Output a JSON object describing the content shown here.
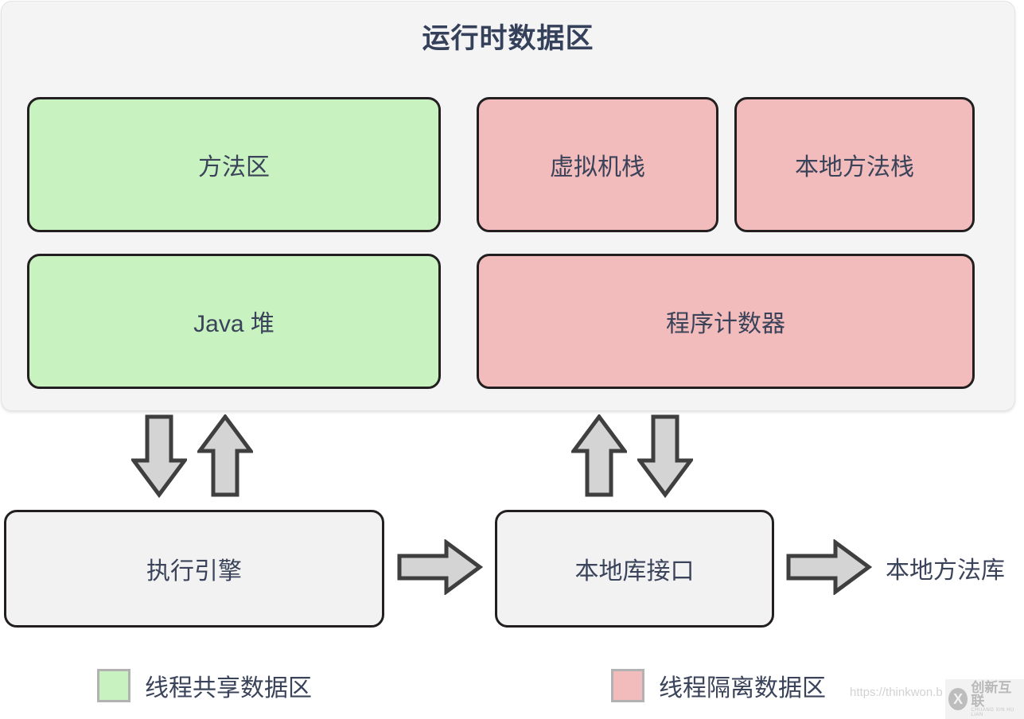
{
  "runtime_area": {
    "title": "运行时数据区",
    "boxes": [
      {
        "id": "method-area",
        "label": "方法区",
        "color_kind": "green",
        "color": "#c8f2c0"
      },
      {
        "id": "vm-stack",
        "label": "虚拟机栈",
        "color_kind": "pink",
        "color": "#f2bcbc"
      },
      {
        "id": "native-stack",
        "label": "本地方法栈",
        "color_kind": "pink",
        "color": "#f2bcbc"
      },
      {
        "id": "java-heap",
        "label": "Java 堆",
        "color_kind": "green",
        "color": "#c8f2c0"
      },
      {
        "id": "pc-register",
        "label": "程序计数器",
        "color_kind": "pink",
        "color": "#f2bcbc"
      }
    ]
  },
  "arrows": [
    {
      "id": "arrow-down-left",
      "direction": "down",
      "icon": "arrow-down-icon"
    },
    {
      "id": "arrow-up-left",
      "direction": "up",
      "icon": "arrow-up-icon"
    },
    {
      "id": "arrow-up-right",
      "direction": "up",
      "icon": "arrow-up-icon"
    },
    {
      "id": "arrow-down-right",
      "direction": "down",
      "icon": "arrow-down-icon"
    },
    {
      "id": "arrow-right-engine",
      "direction": "right",
      "icon": "arrow-right-icon"
    },
    {
      "id": "arrow-right-native",
      "direction": "right",
      "icon": "arrow-right-icon"
    }
  ],
  "bottom": {
    "exec_engine": "执行引擎",
    "native_interface": "本地库接口",
    "native_library": "本地方法库"
  },
  "legend": {
    "shared": {
      "label": "线程共享数据区",
      "color": "#c8f2c0"
    },
    "isolated": {
      "label": "线程隔离数据区",
      "color": "#f2bcbc"
    }
  },
  "watermark": {
    "url": "https://thinkwon.b",
    "brand_cn": "创新互联",
    "brand_en": "CHUANG XIN HU LIAN",
    "mark": "X"
  },
  "colors": {
    "green": "#c8f2c0",
    "pink": "#f2bcbc",
    "panel_bg": "#f4f4f5",
    "text": "#3a4359",
    "title": "#35405a",
    "border": "#231f20",
    "arrow_fill": "#d4d4d4",
    "arrow_stroke": "#3f3f3f"
  }
}
